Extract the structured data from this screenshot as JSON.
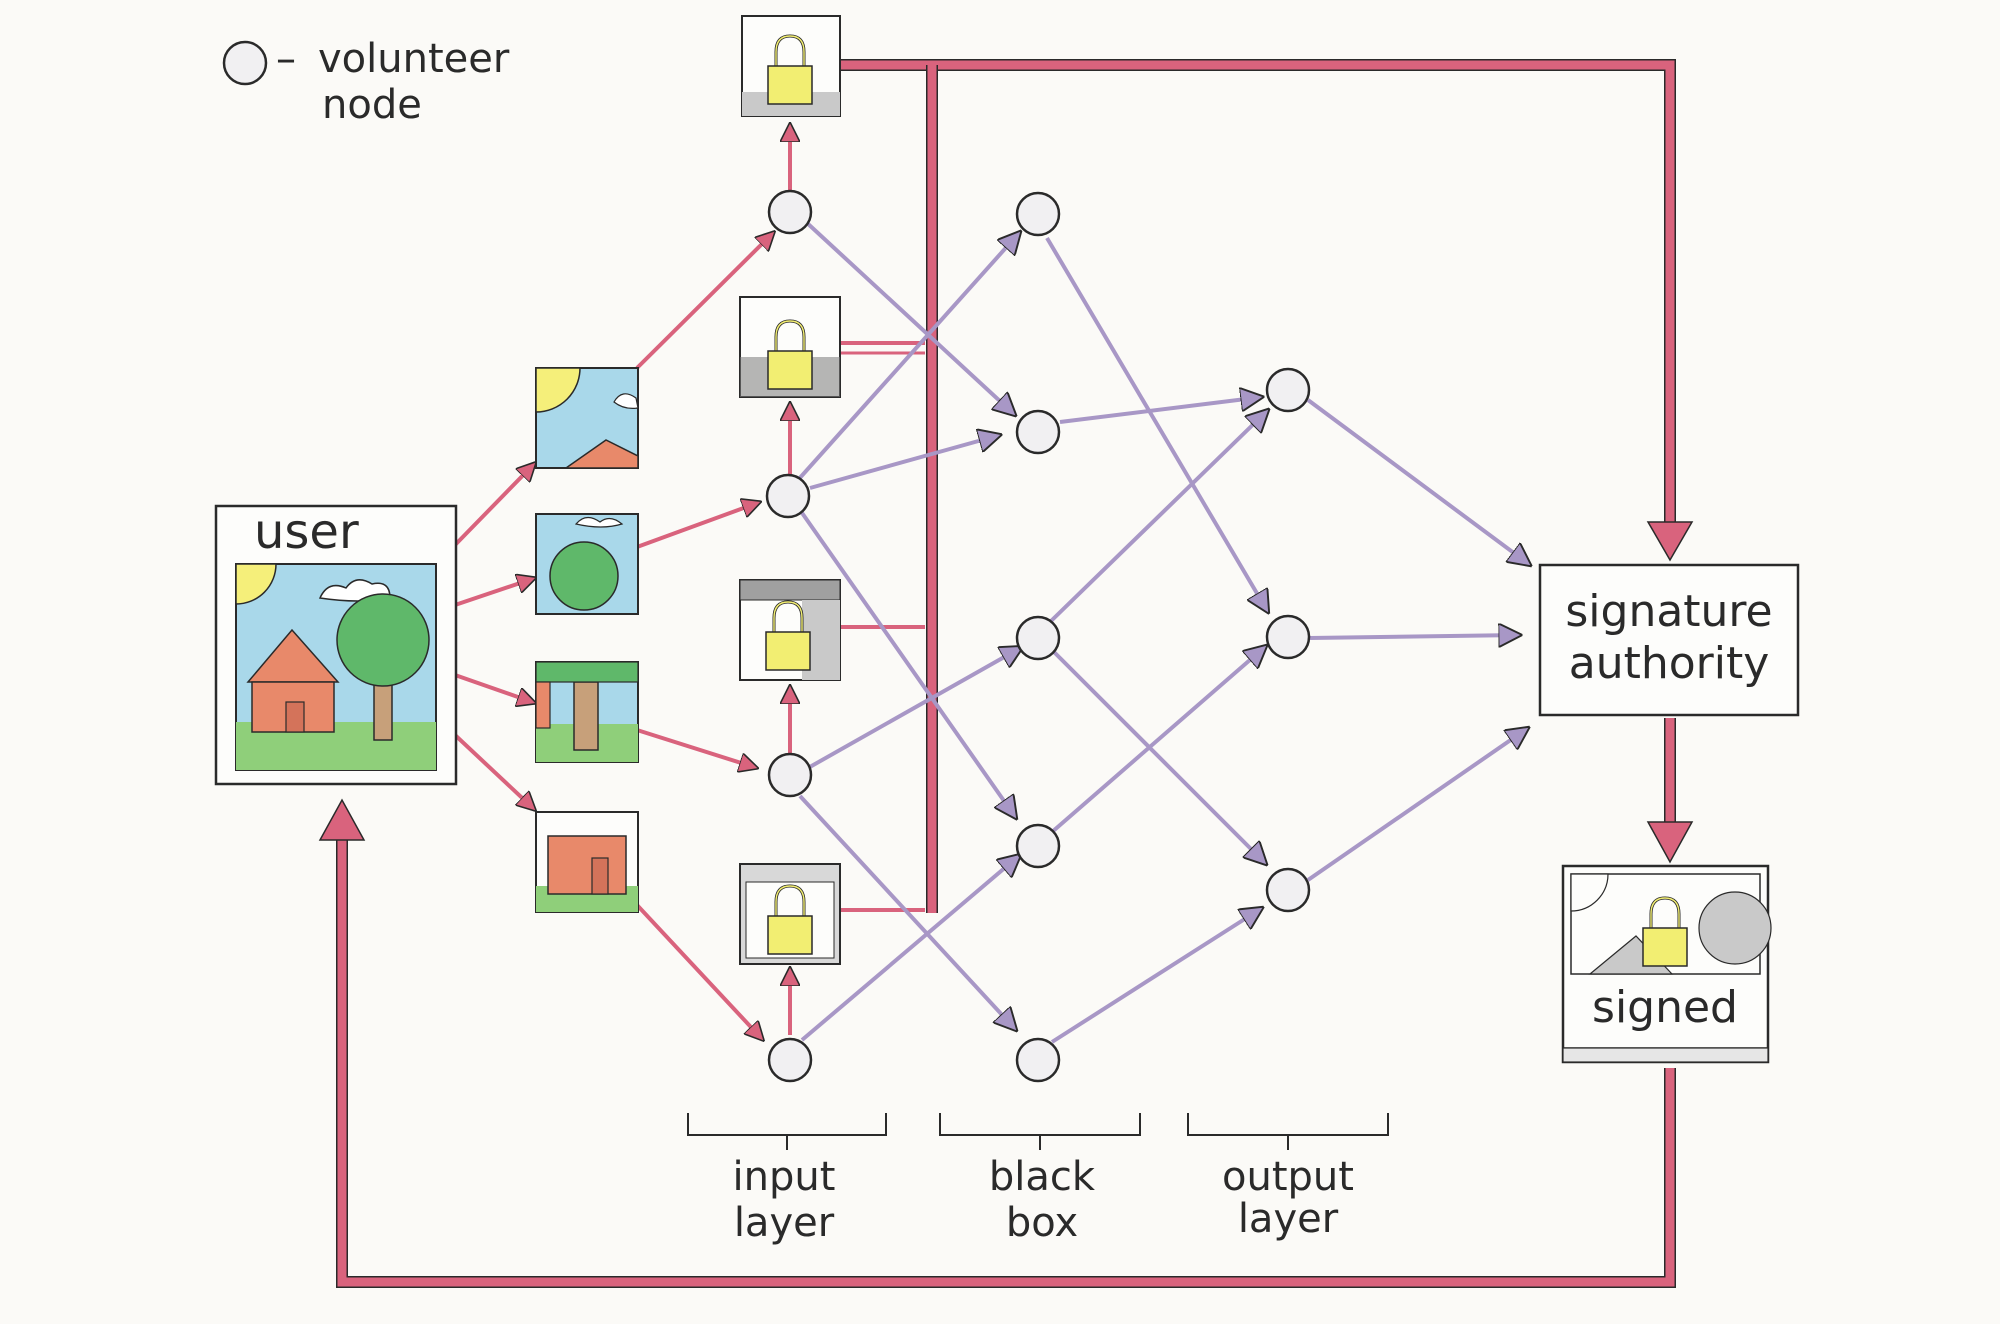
{
  "legend": {
    "dash": "–",
    "line1": "volunteer",
    "line2": "node"
  },
  "user": {
    "label": "user"
  },
  "authority": {
    "line1": "signature",
    "line2": "authority"
  },
  "signed": {
    "label": "signed"
  },
  "layers": {
    "input": {
      "line1": "input",
      "line2": "layer"
    },
    "black": {
      "line1": "black",
      "line2": "box"
    },
    "output": {
      "line1": "output",
      "line2": "layer"
    }
  },
  "colors": {
    "pink": "#d9637d",
    "purple": "#a897c6",
    "ink": "#2a2a2a",
    "sky": "#a9d8ea",
    "grass": "#8fcf7a",
    "tree": "#5fb86a",
    "house": "#e8896a",
    "sun": "#f5ef7a",
    "lock": "#f2ee72",
    "shade": "#c9c9c9"
  }
}
